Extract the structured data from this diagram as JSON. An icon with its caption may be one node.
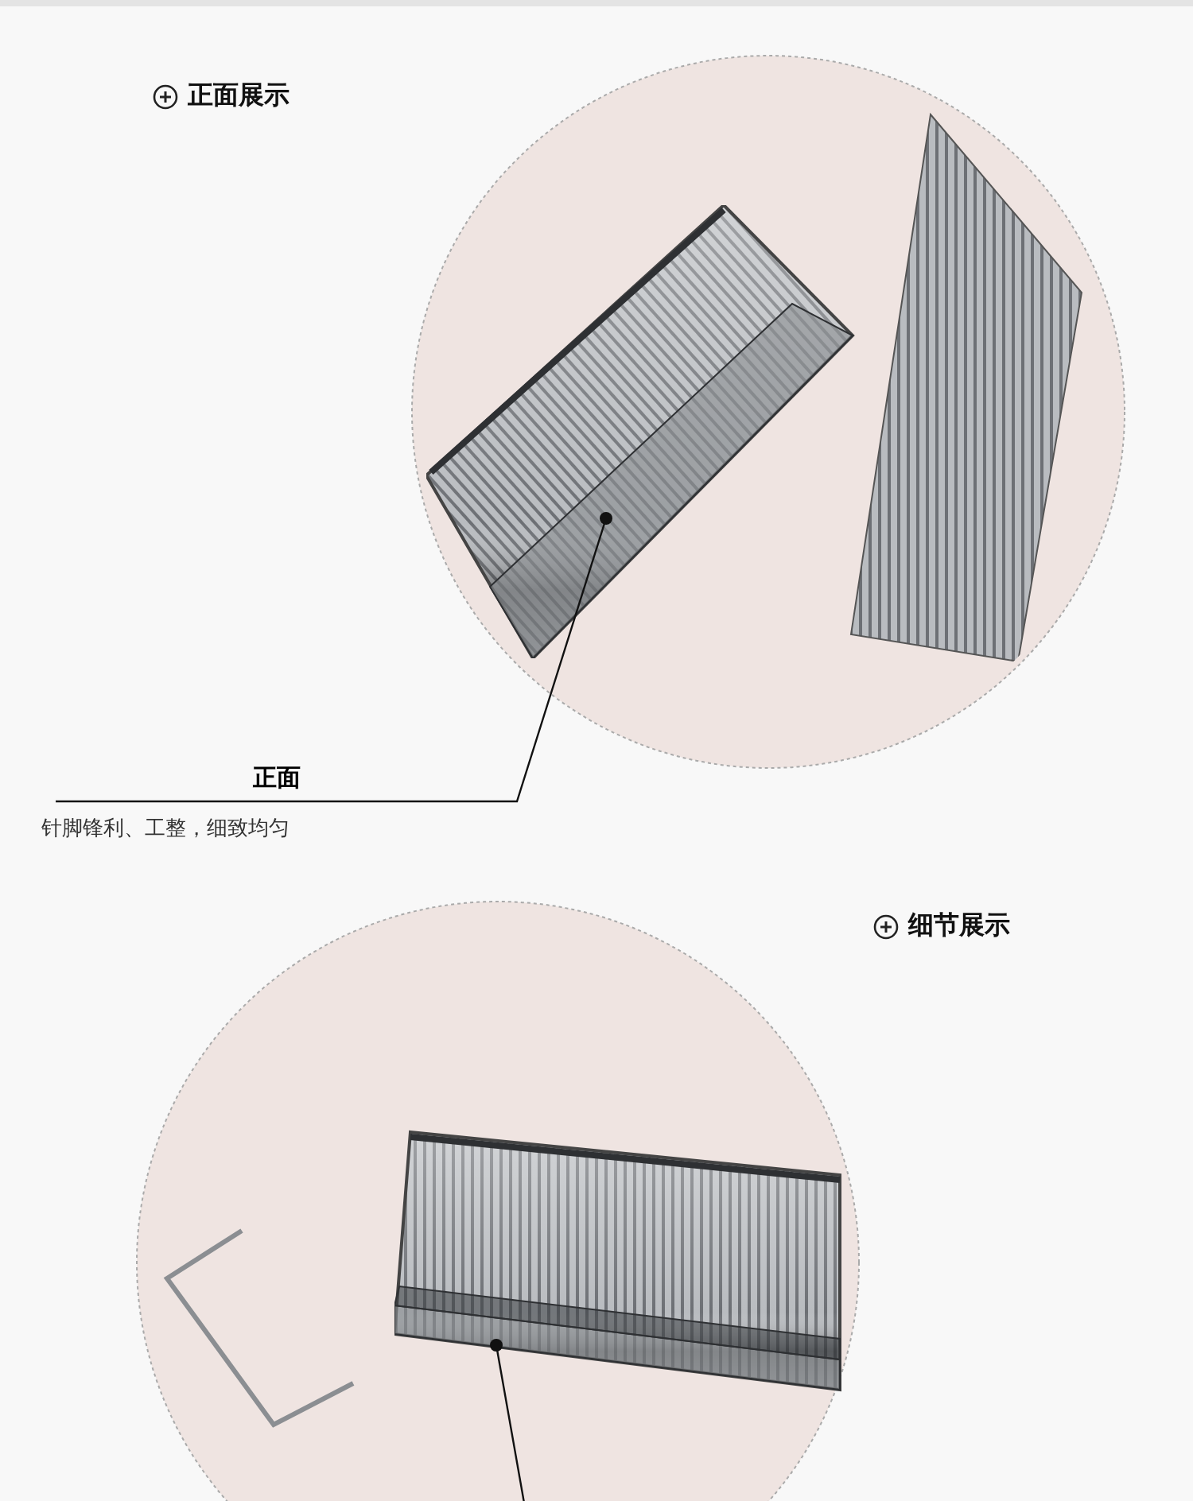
{
  "diagram": {
    "nodes": [
      {
        "text": [
          "正面"
        ],
        "beside": [
          "针脚锋利、工整，细致均匀"
        ]
      },
      {
        "text": [],
        "shape": "picture"
      },
      {
        "text": [],
        "shape": "picture"
      }
    ],
    "edges": [
      {
        "from": 0,
        "to": 1,
        "arrow": "other"
      },
      {
        "from": null,
        "to": 2,
        "arrow": "other"
      }
    ],
    "labels": [
      "正面展示",
      "细节展示"
    ]
  }
}
